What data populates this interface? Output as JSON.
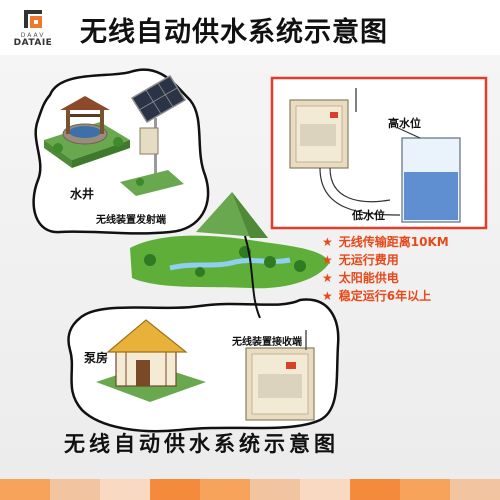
{
  "header": {
    "logo_small_text": "DAAV",
    "logo_brand_text": "DATAIE",
    "title": "无线自动供水系统示意图"
  },
  "diagram": {
    "well_label": "水井",
    "transmitter_label": "无线装置发射端",
    "high_level_label": "高水位",
    "low_level_label": "低水位",
    "pump_house_label": "泵房",
    "receiver_label": "无线装置接收端"
  },
  "features": [
    "无线传输距离10KM",
    "无运行费用",
    "太阳能供电",
    "稳定运行6年以上"
  ],
  "footer": {
    "title": "无线自动供水系统示意图"
  },
  "colors": {
    "accent": "#e8481a",
    "panel_border": "#e33d2a",
    "cabinet": "#e9dcc0",
    "water": "#5f8fd0",
    "grass": "#5fae3a",
    "stripe": [
      "#f7a35c",
      "#f2c4a0",
      "#f9d9c2",
      "#f48a3b"
    ]
  }
}
